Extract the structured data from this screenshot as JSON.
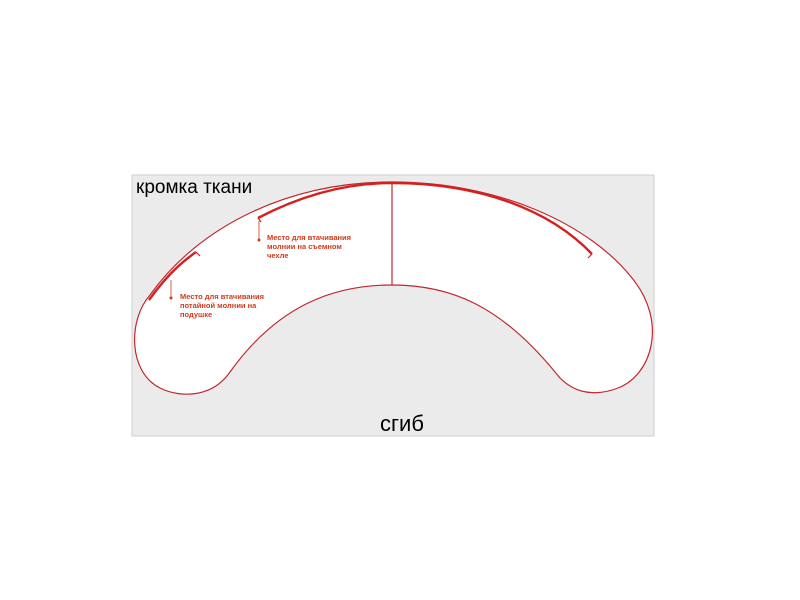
{
  "labels": {
    "fabric_edge": "кромка ткани",
    "fold": "сгиб"
  },
  "annotations": {
    "removable_cover_zipper": [
      "Место для втачивания",
      "молнии на съемном",
      "чехле"
    ],
    "hidden_pillow_zipper": [
      "Место для втачивания",
      "потайной молнии на",
      "подушке"
    ]
  },
  "colors": {
    "background": "#ebebeb",
    "pattern_fill": "#ffffff",
    "outline": "#c0282d",
    "zipper_line": "#d62020",
    "label_text": "#000000",
    "note_text": "#d03a1a",
    "frame_border": "#cfcfcf"
  }
}
